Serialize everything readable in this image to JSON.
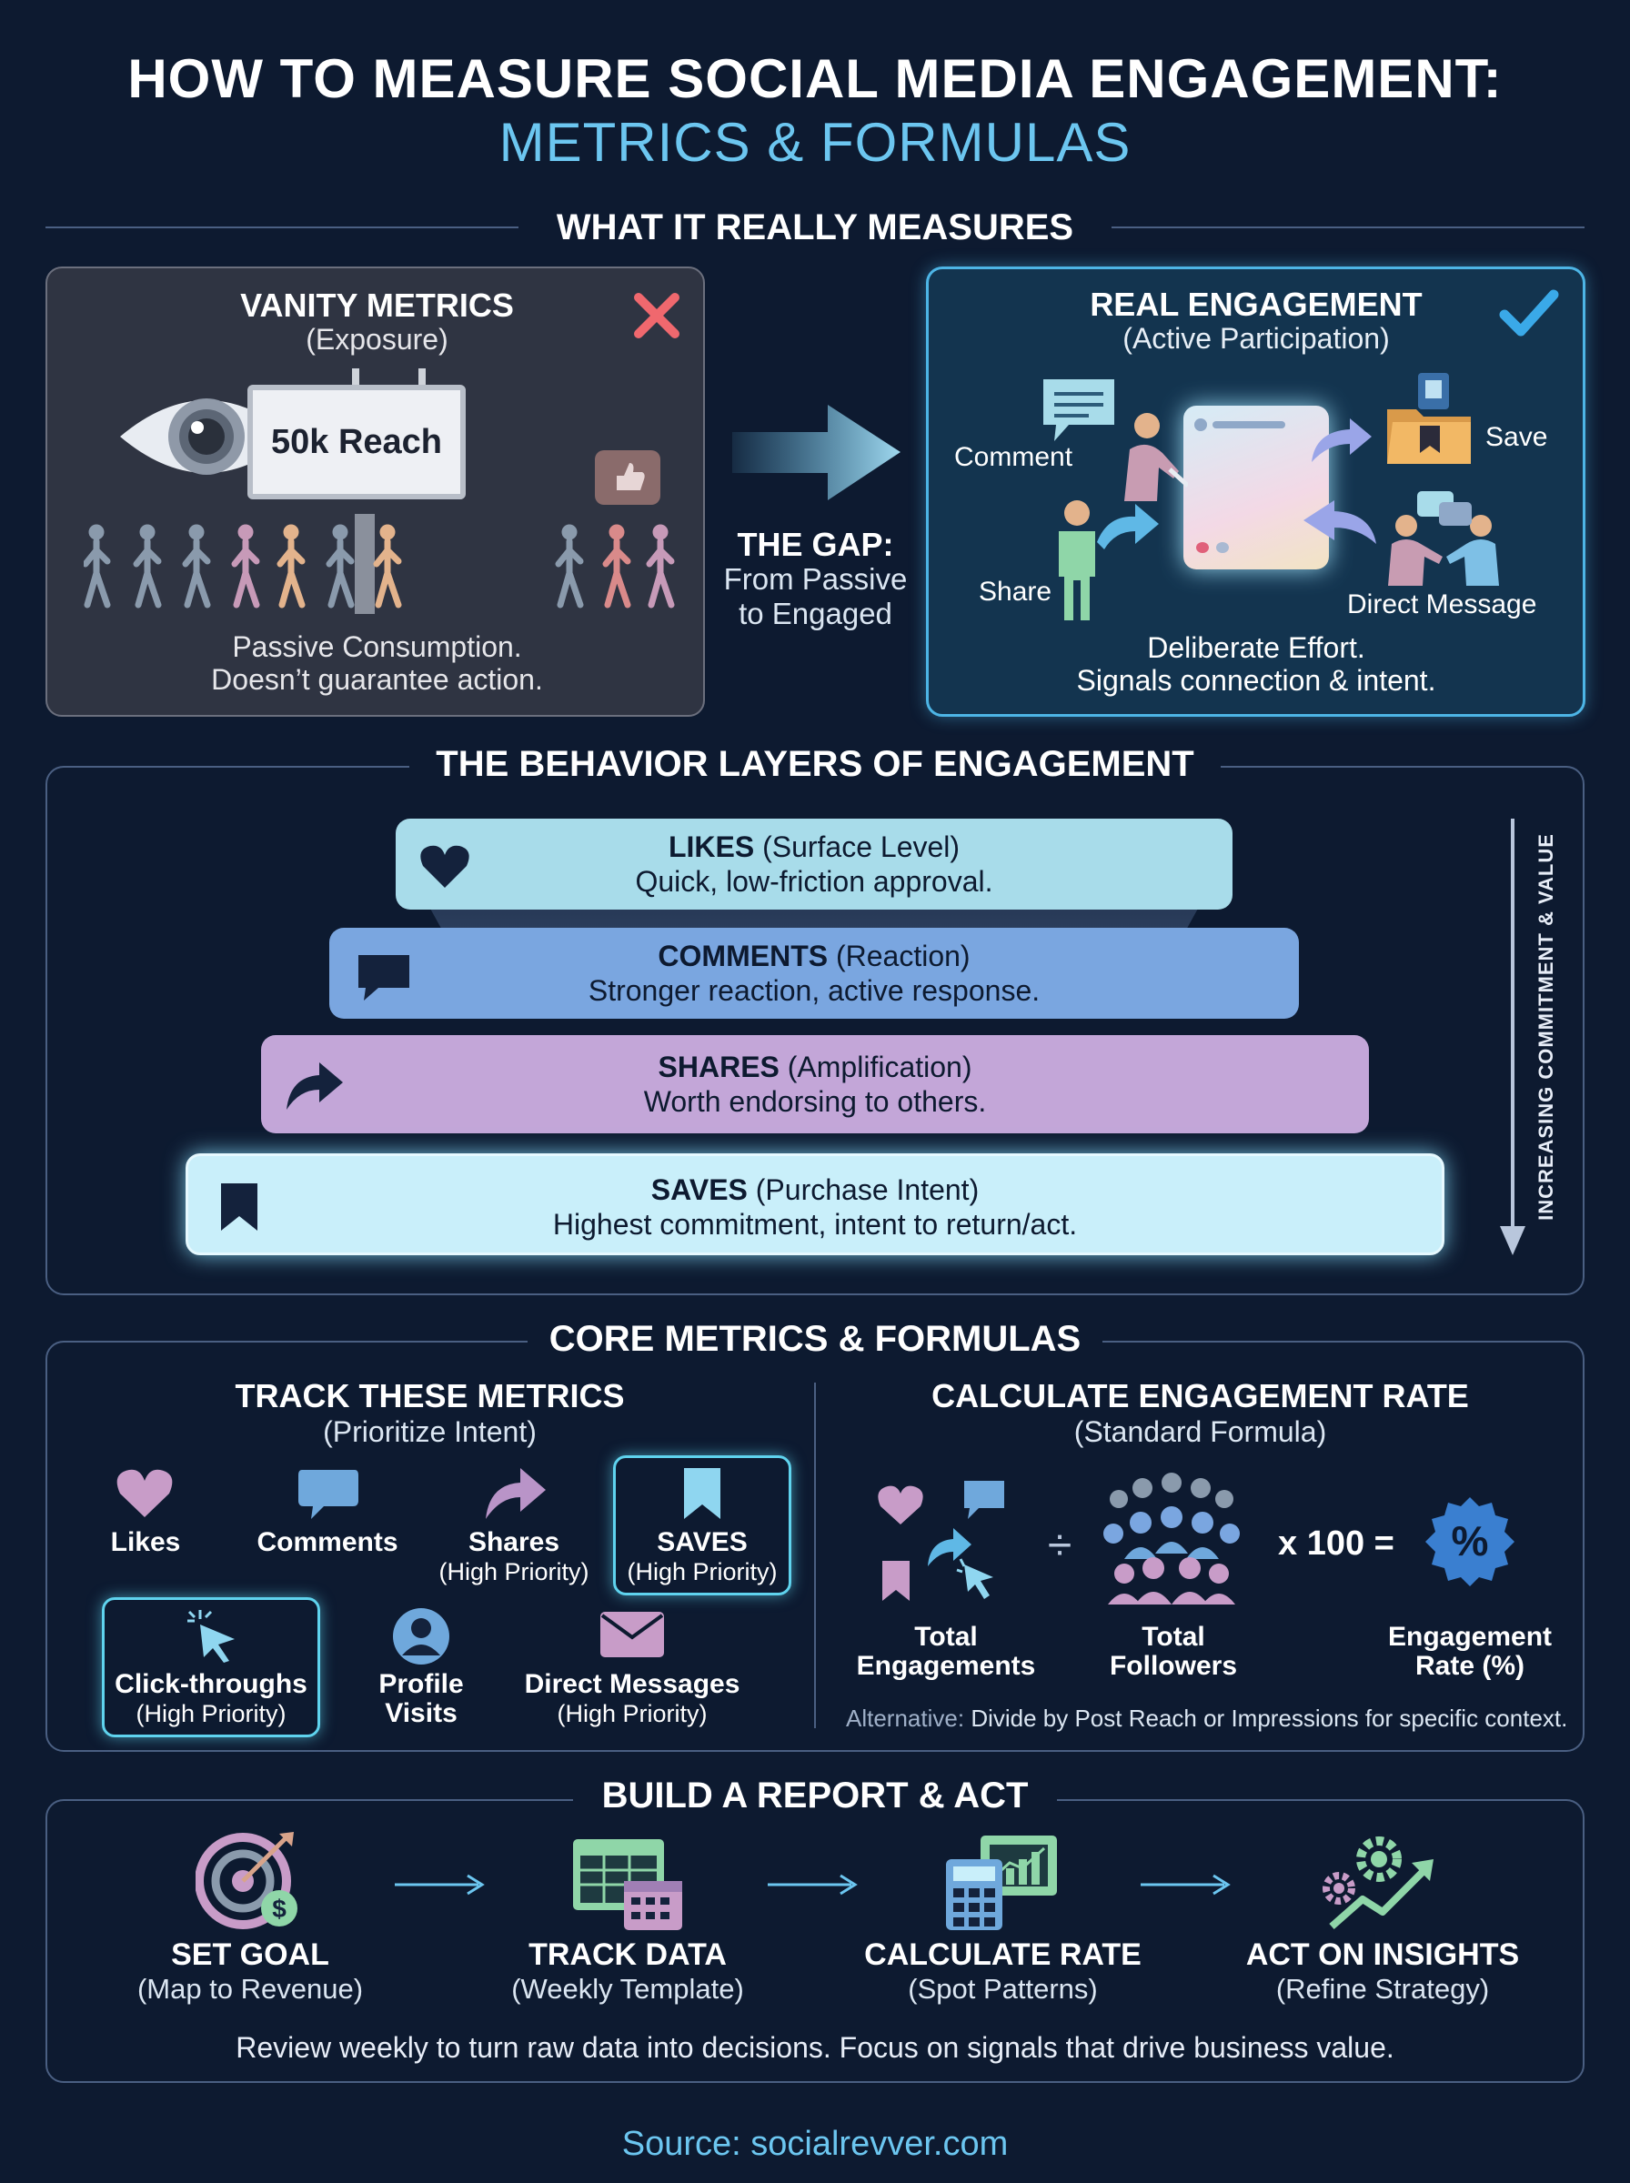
{
  "title": {
    "line1": "HOW TO MEASURE SOCIAL MEDIA ENGAGEMENT:",
    "line2": "METRICS & FORMULAS"
  },
  "colors": {
    "background": "#0d1a30",
    "accent": "#6cc6f0",
    "x_red": "#f0686e",
    "check_blue": "#3aa9e8"
  },
  "section1": {
    "heading": "WHAT IT REALLY MEASURES",
    "vanity": {
      "title": "VANITY METRICS",
      "subtitle": "(Exposure)",
      "billboard": "50k Reach",
      "caption1": "Passive Consumption.",
      "caption2": "Doesn’t guarantee action.",
      "icon": "x-mark-icon"
    },
    "gap": {
      "title": "THE GAP:",
      "line1": "From Passive",
      "line2": "to Engaged"
    },
    "real": {
      "title": "REAL ENGAGEMENT",
      "subtitle": "(Active Participation)",
      "comment": "Comment",
      "save": "Save",
      "share": "Share",
      "dm": "Direct Message",
      "caption1": "Deliberate Effort.",
      "caption2": "Signals connection & intent.",
      "icon": "check-icon"
    }
  },
  "section2": {
    "heading": "THE BEHAVIOR LAYERS OF ENGAGEMENT",
    "axis_label": "INCREASING COMMITMENT & VALUE",
    "layers": [
      {
        "name": "LIKES",
        "tag": "(Surface Level)",
        "desc": "Quick, low-friction approval.",
        "color": "#a8dcea"
      },
      {
        "name": "COMMENTS",
        "tag": "(Reaction)",
        "desc": "Stronger reaction, active response.",
        "color": "#7aa6e0"
      },
      {
        "name": "SHARES",
        "tag": "(Amplification)",
        "desc": "Worth endorsing to others.",
        "color": "#c3a6d8"
      },
      {
        "name": "SAVES",
        "tag": "(Purchase Intent)",
        "desc": "Highest commitment, intent to return/act.",
        "color": "#c9effa"
      }
    ]
  },
  "section3": {
    "heading": "CORE METRICS & FORMULAS",
    "track": {
      "title": "TRACK THESE METRICS",
      "subtitle": "(Prioritize Intent)",
      "likes": "Likes",
      "comments": "Comments",
      "shares": "Shares",
      "shares_sub": "(High Priority)",
      "saves": "SAVES",
      "saves_sub": "(High Priority)",
      "clicks": "Click-throughs",
      "clicks_sub": "(High Priority)",
      "profile1": "Profile",
      "profile2": "Visits",
      "dm": "Direct Messages",
      "dm_sub": "(High Priority)"
    },
    "calc": {
      "title": "CALCULATE ENGAGEMENT RATE",
      "subtitle": "(Standard Formula)",
      "divide": "÷",
      "times": "x 100 =",
      "eng1": "Total",
      "eng2": "Engagements",
      "fol1": "Total",
      "fol2": "Followers",
      "rate1": "Engagement",
      "rate2": "Rate (%)",
      "percent": "%",
      "alt_label": "Alternative:",
      "alt_text": "Divide by Post Reach or Impressions for specific context."
    }
  },
  "section4": {
    "heading": "BUILD A REPORT & ACT",
    "steps": [
      {
        "title": "SET GOAL",
        "sub": "(Map to Revenue)"
      },
      {
        "title": "TRACK DATA",
        "sub": "(Weekly Template)"
      },
      {
        "title": "CALCULATE RATE",
        "sub": "(Spot Patterns)"
      },
      {
        "title": "ACT ON INSIGHTS",
        "sub": "(Refine Strategy)"
      }
    ],
    "footer": "Review weekly to turn raw data into decisions. Focus on signals that drive business value."
  },
  "source": "Source: socialrevver.com"
}
